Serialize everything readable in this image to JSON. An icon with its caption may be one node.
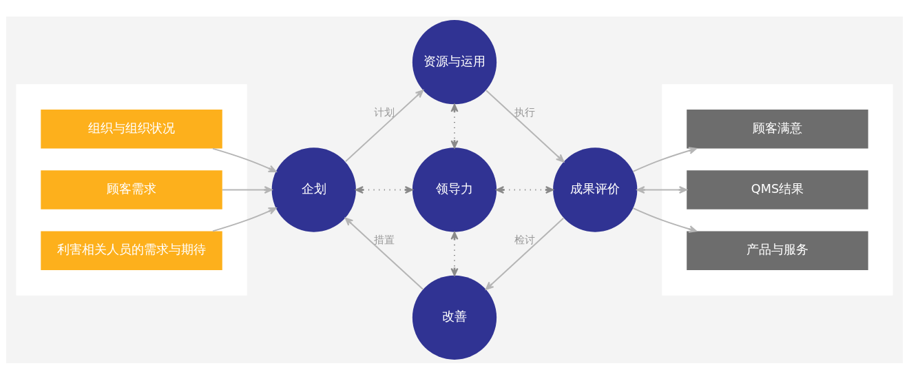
{
  "diagram": {
    "nodes": [
      {
        "text": [],
        "shape": "box"
      },
      {
        "text": [
          "组织与组织状况"
        ],
        "in": 0
      },
      {
        "text": [
          "顾客需求"
        ],
        "in": 0
      },
      {
        "text": [
          "利害相关人员的需求与期待"
        ],
        "in": 0
      },
      {
        "text": [
          "资源与运用"
        ]
      },
      {
        "text": [
          "企划"
        ]
      },
      {
        "text": [
          "领导力"
        ]
      },
      {
        "text": [
          "成果评价"
        ]
      },
      {
        "text": [
          "改善"
        ]
      },
      {
        "text": [],
        "shape": "box"
      },
      {
        "text": [
          "顾客满意"
        ],
        "in": 9
      },
      {
        "text": [
          "QMS结果"
        ],
        "in": 9
      },
      {
        "text": [
          "产品与服务"
        ],
        "in": 9
      }
    ],
    "edges": [
      {
        "from": 1,
        "to": 5,
        "arrow": "to"
      },
      {
        "from": 2,
        "to": 5,
        "arrow": "to"
      },
      {
        "from": 3,
        "to": 5,
        "arrow": "to"
      },
      {
        "from": 5,
        "to": 4,
        "label": "计划",
        "arrow": "to"
      },
      {
        "from": 4,
        "to": 7,
        "label": "执行",
        "arrow": "to"
      },
      {
        "from": 7,
        "to": 8,
        "label": "检讨",
        "arrow": "to"
      },
      {
        "from": 8,
        "to": 5,
        "label": "措置",
        "arrow": "to"
      },
      {
        "from": 4,
        "to": 6,
        "arrow": "both",
        "style": "dashed"
      },
      {
        "from": 5,
        "to": 6,
        "arrow": "both",
        "style": "dashed"
      },
      {
        "from": 6,
        "to": 7,
        "arrow": "both",
        "style": "dashed"
      },
      {
        "from": 6,
        "to": 8,
        "arrow": "both",
        "style": "dashed"
      },
      {
        "from": 7,
        "to": 10,
        "arrow": "to"
      },
      {
        "from": 7,
        "to": 11,
        "arrow": "both"
      },
      {
        "from": 7,
        "to": 12,
        "arrow": "to"
      }
    ]
  }
}
